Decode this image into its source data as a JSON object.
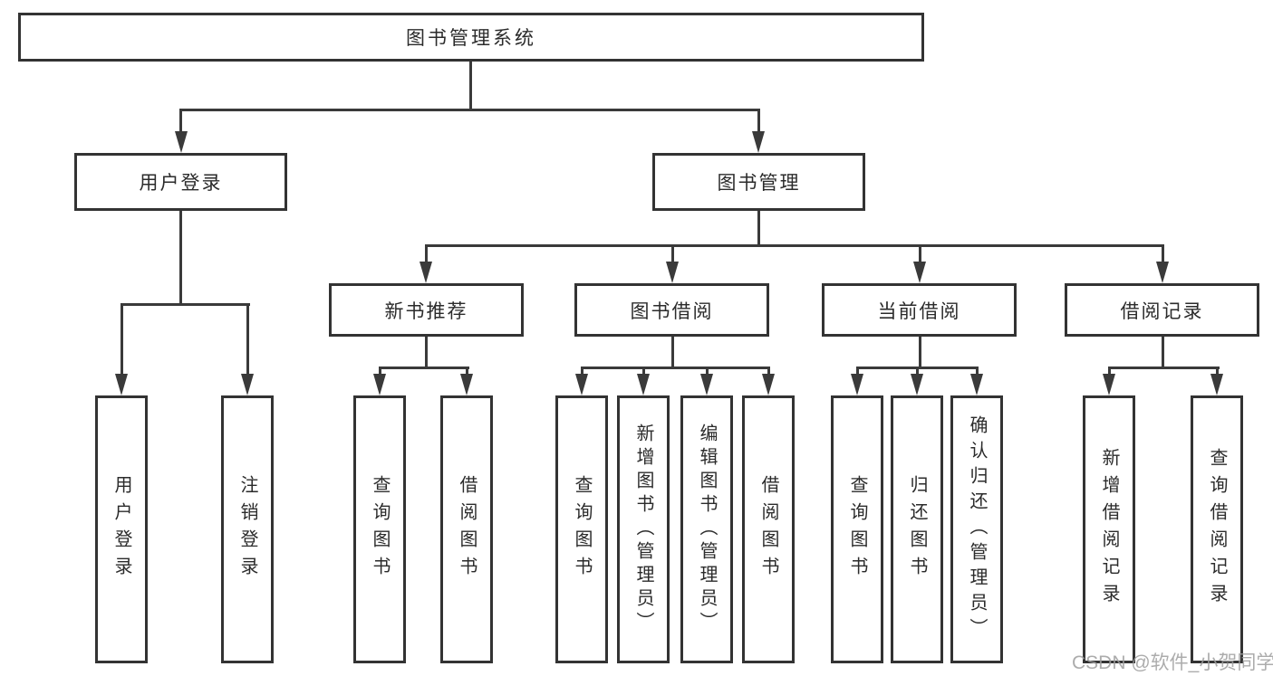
{
  "nodes": {
    "root": "图书管理系统",
    "user_login": "用户登录",
    "book_mgmt": "图书管理",
    "new_book": "新书推荐",
    "book_borrow": "图书借阅",
    "current_borrow": "当前借阅",
    "borrow_record": "借阅记录",
    "leaf_user_login": "用户登录",
    "leaf_logout": "注销登录",
    "leaf_nb_query": "查询图书",
    "leaf_nb_borrow": "借阅图书",
    "leaf_bb_query": "查询图书",
    "leaf_bb_add": "新增图书（管理员）",
    "leaf_bb_edit": "编辑图书（管理员）",
    "leaf_bb_borrow": "借阅图书",
    "leaf_cb_query": "查询图书",
    "leaf_cb_return": "归还图书",
    "leaf_cb_confirm": "确认归还（管理员）",
    "leaf_br_add": "新增借阅记录",
    "leaf_br_query": "查询借阅记录"
  },
  "hierarchy": {
    "图书管理系统": {
      "用户登录": [
        "用户登录",
        "注销登录"
      ],
      "图书管理": {
        "新书推荐": [
          "查询图书",
          "借阅图书"
        ],
        "图书借阅": [
          "查询图书",
          "新增图书（管理员）",
          "编辑图书（管理员）",
          "借阅图书"
        ],
        "当前借阅": [
          "查询图书",
          "归还图书",
          "确认归还（管理员）"
        ],
        "借阅记录": [
          "新增借阅记录",
          "查询借阅记录"
        ]
      }
    }
  },
  "watermark": "CSDN @软件_小贺同学",
  "colors": {
    "line": "#3a3a3a",
    "border": "#333333",
    "text": "#2b2b2b",
    "watermark": "#9e9e9e",
    "background": "#ffffff"
  }
}
